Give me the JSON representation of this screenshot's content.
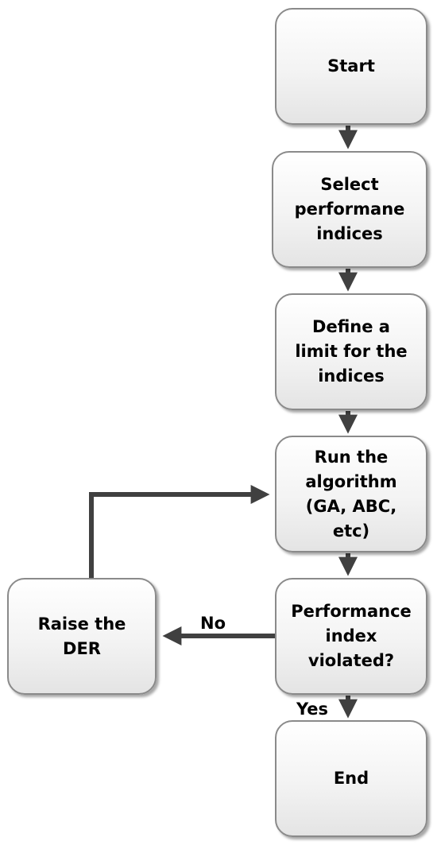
{
  "nodes": {
    "start": "Start",
    "select": "Select\nperformane\nindices",
    "define": "Define a\nlimit for the\nindices",
    "run": "Run the\nalgorithm\n(GA, ABC,\netc)",
    "check": "Performance\nindex\nviolated?",
    "raise": "Raise the\nDER",
    "end": "End"
  },
  "edge_labels": {
    "no": "No",
    "yes": "Yes"
  },
  "colors": {
    "arrow": "#404040",
    "border": "#8a8a8a"
  }
}
